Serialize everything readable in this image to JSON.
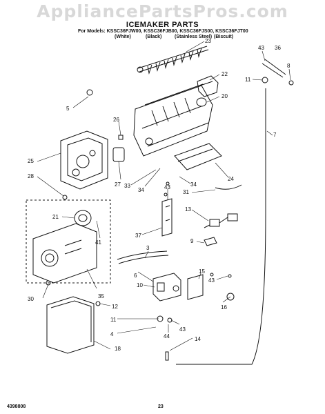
{
  "watermark": "AppliancePartsPros.com",
  "title": "ICEMAKER PARTS",
  "models_line": "For Models: KSSC36FJW00, KSSC36FJB00, KSSC36FJS00, KSSC36FJT00",
  "colors": [
    "(White)",
    "(Black)",
    "(Stainless Steel)",
    "(Biscuit)"
  ],
  "part_numbers": [
    "23",
    "43",
    "36",
    "8",
    "22",
    "11",
    "5",
    "20",
    "7",
    "26",
    "25",
    "28",
    "24",
    "27",
    "33",
    "34",
    "34",
    "31",
    "43",
    "21",
    "13",
    "41",
    "37",
    "9",
    "3",
    "6",
    "15",
    "43",
    "10",
    "12",
    "16",
    "35",
    "30",
    "11",
    "4",
    "44",
    "43",
    "14",
    "18"
  ],
  "footer": {
    "doc_number": "4398808",
    "page_number": "23"
  }
}
